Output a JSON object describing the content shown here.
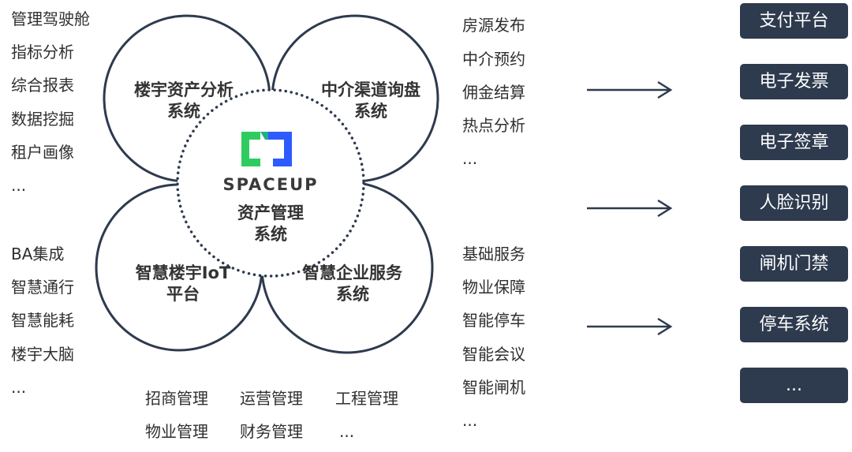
{
  "left_top_items": [
    "管理驾驶舱",
    "指标分析",
    "综合报表",
    "数据挖掘",
    "租户画像",
    "..."
  ],
  "left_bottom_items": [
    "BA集成",
    "智慧通行",
    "智慧能耗",
    "楼宇大脑",
    "..."
  ],
  "right_top_items": [
    "房源发布",
    "中介预约",
    "佣金结算",
    "热点分析",
    "..."
  ],
  "right_bottom_items": [
    "基础服务",
    "物业保障",
    "智能停车",
    "智能会议",
    "智能闸机",
    "..."
  ],
  "bottom_row1": [
    "招商管理",
    "运营管理",
    "工程管理"
  ],
  "bottom_row2": [
    "物业管理",
    "财务管理",
    "..."
  ],
  "systems": {
    "top_left": [
      "楼宇资产分析",
      "系统"
    ],
    "top_right": [
      "中介渠道询盘",
      "系统"
    ],
    "bottom_left": [
      "智慧楼宇IoT",
      "平台"
    ],
    "bottom_right": [
      "智慧企业服务",
      "系统"
    ],
    "center": [
      "资产管理",
      "系统"
    ]
  },
  "logo": {
    "text": "SPACEUP",
    "color_green": "#2ecc5f",
    "color_blue": "#2d5bff"
  },
  "integrations": [
    "支付平台",
    "电子发票",
    "电子签章",
    "人脸识别",
    "闸机门禁",
    "停车系统",
    "..."
  ],
  "colors": {
    "circle_stroke": "#2e3a4e",
    "pill_bg": "#2e3a4e",
    "arrow": "#2e3a4e"
  }
}
